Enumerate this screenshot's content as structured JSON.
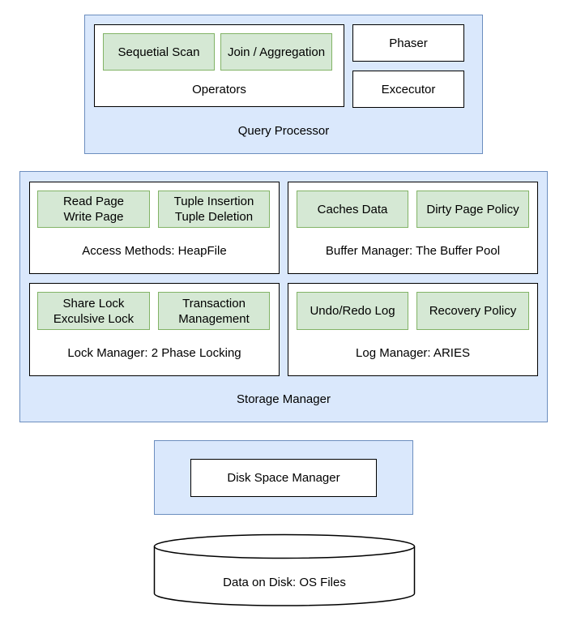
{
  "query_processor": {
    "label": "Query Processor",
    "operators": {
      "label": "Operators",
      "items": [
        "Sequetial Scan",
        "Join / Aggregation"
      ]
    },
    "phaser": "Phaser",
    "executor": "Excecutor"
  },
  "storage_manager": {
    "label": "Storage Manager",
    "access_methods": {
      "label": "Access Methods: HeapFile",
      "items": [
        [
          "Read Page",
          "Write Page"
        ],
        [
          "Tuple Insertion",
          "Tuple Deletion"
        ]
      ]
    },
    "buffer_manager": {
      "label": "Buffer Manager: The Buffer Pool",
      "items": [
        "Caches Data",
        "Dirty Page Policy"
      ]
    },
    "lock_manager": {
      "label": "Lock Manager: 2 Phase Locking",
      "items": [
        [
          "Share Lock",
          "Exculsive Lock"
        ],
        [
          "Transaction",
          "Management"
        ]
      ]
    },
    "log_manager": {
      "label": "Log Manager: ARIES",
      "items": [
        "Undo/Redo Log",
        "Recovery Policy"
      ]
    }
  },
  "disk_space": {
    "manager": "Disk Space Manager"
  },
  "disk": {
    "label": "Data on Disk: OS Files"
  },
  "colors": {
    "container_fill": "#dae8fc",
    "container_stroke": "#6c8ebf",
    "component_fill": "#d5e8d4",
    "component_stroke": "#82b366"
  }
}
